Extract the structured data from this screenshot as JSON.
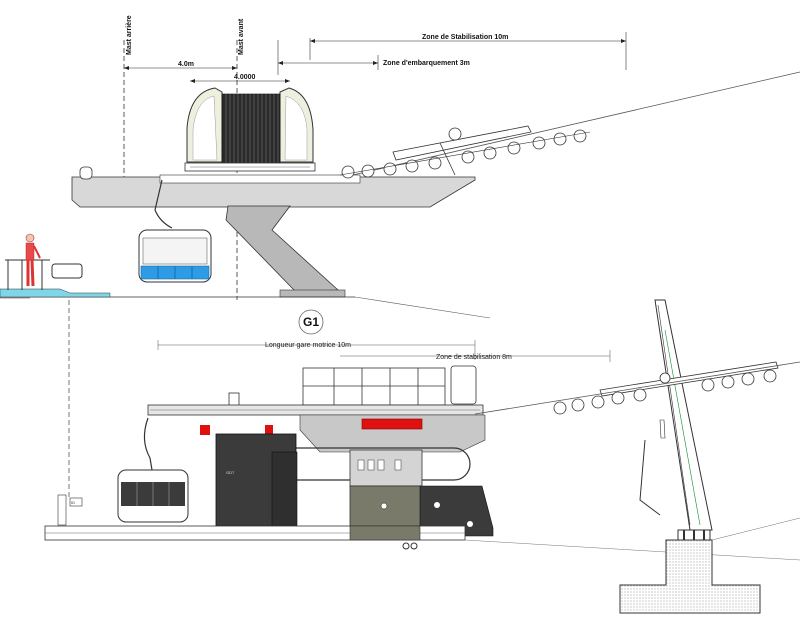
{
  "top_view": {
    "mast_arriere": "Mast arrière",
    "mast_avant": "Mast avant",
    "dim_left": "4.0m",
    "dim_right": "4.0000",
    "zone_stabilisation": "Zone de Stabilisation 10m",
    "zone_embarquement": "Zone d'embarquement 3m"
  },
  "station_label": "G1",
  "bottom_view": {
    "longueur_gare": "Longueur gare motrice 10m",
    "zone_stabilisation": "Zone de stabilisation 8m",
    "machine_tag": "GD7",
    "post_tag": "ID"
  },
  "colors": {
    "cabin_blue": "#2e9be6",
    "platform_cyan": "#7fd6e8",
    "red_parts": "#e01010",
    "machine_dark": "#3b3b3b",
    "column_gray": "#b8b8b8",
    "shell_cream": "#efefe0"
  }
}
